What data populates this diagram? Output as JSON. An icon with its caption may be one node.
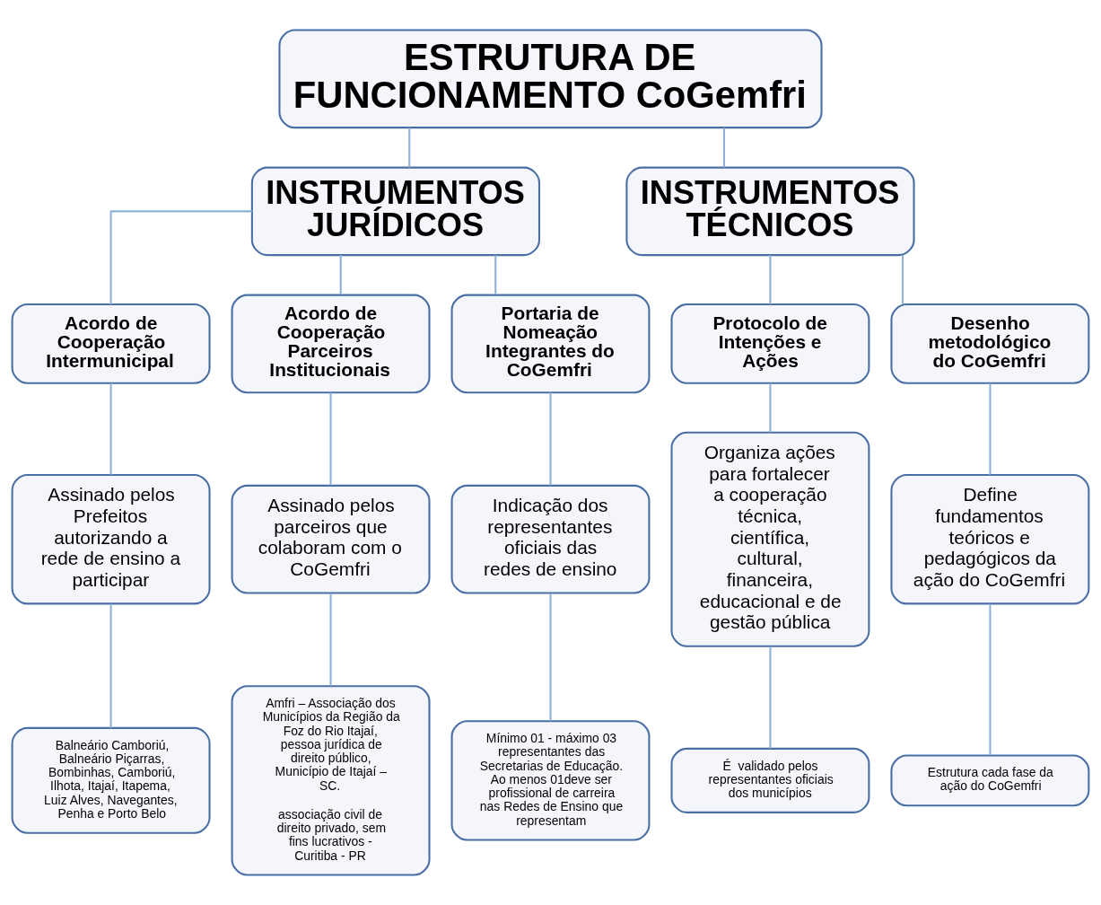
{
  "diagram": {
    "nodes": [
      {
        "text": [
          "ESTRUTURA DE FUNCIONAMENTO CoGemfri"
        ]
      },
      {
        "text": [
          "INSTRUMENTOS JURÍDICOS"
        ]
      },
      {
        "text": [
          "INSTRUMENTOS TÉCNICOS"
        ]
      },
      {
        "text": [
          "Acordo de Cooperação Intermunicipal"
        ]
      },
      {
        "text": [
          "Acordo de Cooperação Parceiros Institucionais"
        ]
      },
      {
        "text": [
          "Portaria de Nomeação Integrantes do CoGemfri"
        ]
      },
      {
        "text": [
          "Protocolo de Intenções e Ações"
        ]
      },
      {
        "text": [
          "Desenho metodológico do CoGemfri"
        ]
      },
      {
        "text": [
          "Assinado pelos Prefeitos autorizando a rede de ensino a participar"
        ]
      },
      {
        "text": [
          "Assinado pelos parceiros que colaboram com o CoGemfri"
        ]
      },
      {
        "text": [
          "Indicação dos representantes oficiais das redes de ensino"
        ]
      },
      {
        "text": [
          "Organiza ações para fortalecer a cooperação técnica, científica, cultural, financeira, educacional e de gestão pública"
        ]
      },
      {
        "text": [
          "Define fundamentos teóricos e pedagógicos da ação do CoGemfri"
        ]
      },
      {
        "text": [
          "Balneário Camboriú, Balneário Piçarras, Bombinhas, Camboriú, Ilhota, Itajaí, Itapema, Luiz Alves, Navegantes, Penha e Porto Belo"
        ]
      },
      {
        "text": [
          "Amfri – Associação dos Municípios da Região da Foz do Rio Itajaí, pessoa jurídica de direito público, Município de Itajaí – SC.",
          "associação civil de direito privado, sem fins lucrativos - Curitiba - PR"
        ]
      },
      {
        "text": [
          "Mínimo 01 - máximo 03 representantes das Secretarias de Educação. Ao menos 01deve ser profissional de carreira nas Redes de Ensino que representam"
        ]
      },
      {
        "text": [
          "É  validado pelos representantes oficiais dos municípios"
        ]
      },
      {
        "text": [
          "Estrutura cada fase da ação do CoGemfri"
        ]
      }
    ],
    "edges": [
      {
        "from": 0,
        "to": 1,
        "arrow": "none"
      },
      {
        "from": 0,
        "to": 2,
        "arrow": "none"
      },
      {
        "from": 1,
        "to": 3,
        "arrow": "none"
      },
      {
        "from": 1,
        "to": 4,
        "arrow": "none"
      },
      {
        "from": 1,
        "to": 5,
        "arrow": "none"
      },
      {
        "from": 2,
        "to": 6,
        "arrow": "none"
      },
      {
        "from": 2,
        "to": 7,
        "arrow": "none"
      },
      {
        "from": 3,
        "to": 8,
        "arrow": "none"
      },
      {
        "from": 4,
        "to": 9,
        "arrow": "none"
      },
      {
        "from": 5,
        "to": 10,
        "arrow": "none"
      },
      {
        "from": 6,
        "to": 11,
        "arrow": "none"
      },
      {
        "from": 7,
        "to": 12,
        "arrow": "none"
      },
      {
        "from": 8,
        "to": 13,
        "arrow": "none"
      },
      {
        "from": 9,
        "to": 14,
        "arrow": "none"
      },
      {
        "from": 10,
        "to": 15,
        "arrow": "none"
      },
      {
        "from": 11,
        "to": 16,
        "arrow": "none"
      },
      {
        "from": 12,
        "to": 17,
        "arrow": "none"
      }
    ]
  }
}
